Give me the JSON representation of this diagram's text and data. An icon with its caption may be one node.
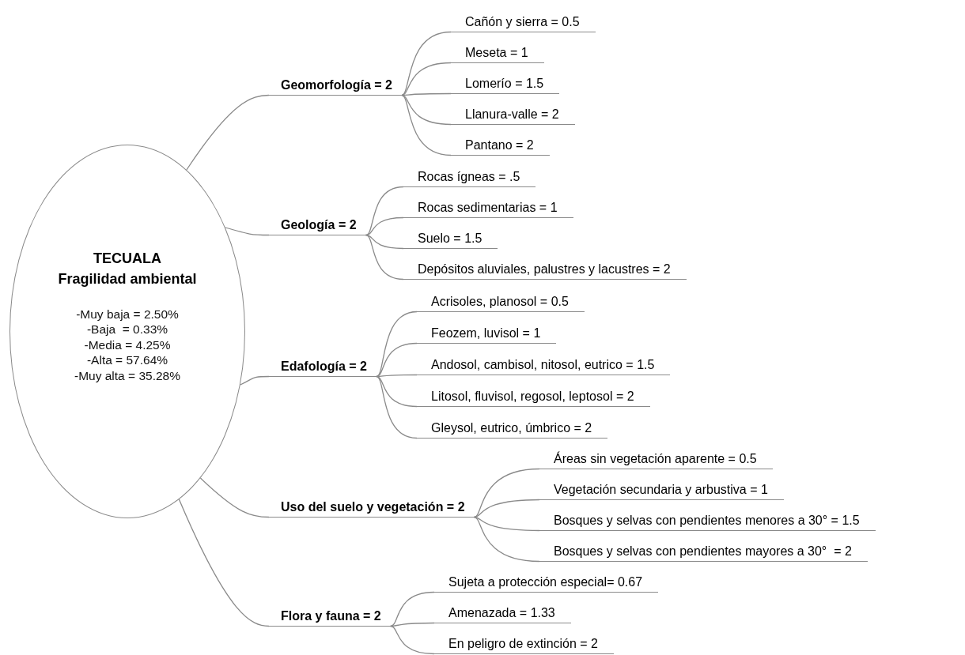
{
  "diagram": {
    "nodes": [
      {
        "text": [
          "TECUALA",
          "Fragilidad ambiental",
          "-Muy baja = 2.50%",
          "-Baja  = 0.33%",
          "-Media = 4.25%",
          "-Alta = 57.64%",
          "-Muy alta = 35.28%"
        ]
      },
      {
        "text": [
          "Geomorfología = 2"
        ]
      },
      {
        "text": [
          "Cañón y sierra = 0.5"
        ]
      },
      {
        "text": [
          "Meseta = 1"
        ]
      },
      {
        "text": [
          "Lomerío = 1.5"
        ]
      },
      {
        "text": [
          "Llanura-valle = 2"
        ]
      },
      {
        "text": [
          "Pantano = 2"
        ]
      },
      {
        "text": [
          "Geología = 2"
        ]
      },
      {
        "text": [
          "Rocas ígneas = .5"
        ]
      },
      {
        "text": [
          "Rocas sedimentarias = 1"
        ]
      },
      {
        "text": [
          "Suelo = 1.5"
        ]
      },
      {
        "text": [
          "Depósitos aluviales, palustres y lacustres = 2"
        ]
      },
      {
        "text": [
          "Edafología = 2"
        ]
      },
      {
        "text": [
          "Acrisoles, planosol = 0.5"
        ]
      },
      {
        "text": [
          "Feozem, luvisol = 1"
        ]
      },
      {
        "text": [
          "Andosol, cambisol, nitosol, eutrico = 1.5"
        ]
      },
      {
        "text": [
          "Litosol, fluvisol, regosol, leptosol = 2"
        ]
      },
      {
        "text": [
          "Gleysol, eutrico, úmbrico = 2"
        ]
      },
      {
        "text": [
          "Uso del suelo y vegetación = 2"
        ]
      },
      {
        "text": [
          "Áreas sin vegetación aparente = 0.5"
        ]
      },
      {
        "text": [
          "Vegetación secundaria y arbustiva = 1"
        ]
      },
      {
        "text": [
          "Bosques y selvas con pendientes menores a 30° = 1.5"
        ]
      },
      {
        "text": [
          "Bosques y selvas con pendientes mayores a 30°  = 2"
        ]
      },
      {
        "text": [
          "Flora y fauna = 2"
        ]
      },
      {
        "text": [
          "Sujeta a protección especial= 0.67"
        ]
      },
      {
        "text": [
          "Amenazada = 1.33"
        ]
      },
      {
        "text": [
          "En peligro de extinción = 2"
        ]
      }
    ],
    "edges": [
      {
        "from": 0,
        "to": 1,
        "arrow": "none"
      },
      {
        "from": 0,
        "to": 7,
        "arrow": "none"
      },
      {
        "from": 0,
        "to": 12,
        "arrow": "none"
      },
      {
        "from": 0,
        "to": 18,
        "arrow": "none"
      },
      {
        "from": 0,
        "to": 23,
        "arrow": "none"
      },
      {
        "from": 1,
        "to": 2,
        "arrow": "none"
      },
      {
        "from": 1,
        "to": 3,
        "arrow": "none"
      },
      {
        "from": 1,
        "to": 4,
        "arrow": "none"
      },
      {
        "from": 1,
        "to": 5,
        "arrow": "none"
      },
      {
        "from": 1,
        "to": 6,
        "arrow": "none"
      },
      {
        "from": 7,
        "to": 8,
        "arrow": "none"
      },
      {
        "from": 7,
        "to": 9,
        "arrow": "none"
      },
      {
        "from": 7,
        "to": 10,
        "arrow": "none"
      },
      {
        "from": 7,
        "to": 11,
        "arrow": "none"
      },
      {
        "from": 12,
        "to": 13,
        "arrow": "none"
      },
      {
        "from": 12,
        "to": 14,
        "arrow": "none"
      },
      {
        "from": 12,
        "to": 15,
        "arrow": "none"
      },
      {
        "from": 12,
        "to": 16,
        "arrow": "none"
      },
      {
        "from": 12,
        "to": 17,
        "arrow": "none"
      },
      {
        "from": 18,
        "to": 19,
        "arrow": "none"
      },
      {
        "from": 18,
        "to": 20,
        "arrow": "none"
      },
      {
        "from": 18,
        "to": 21,
        "arrow": "none"
      },
      {
        "from": 18,
        "to": 22,
        "arrow": "none"
      },
      {
        "from": 23,
        "to": 24,
        "arrow": "none"
      },
      {
        "from": 23,
        "to": 25,
        "arrow": "none"
      },
      {
        "from": 23,
        "to": 26,
        "arrow": "none"
      }
    ]
  }
}
